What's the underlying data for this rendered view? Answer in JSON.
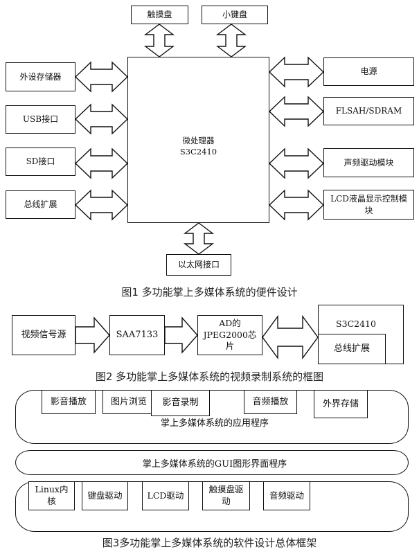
{
  "figure1": {
    "caption": "图1  多功能掌上多媒体系统的便件设计",
    "cpu": {
      "line1": "微处理器",
      "line2": "S3C2410"
    },
    "top": [
      "触摸盘",
      "小键盘"
    ],
    "left": [
      "外设存储器",
      "USB接口",
      "SD接口",
      "总线扩展"
    ],
    "right": [
      "电源",
      "FLSAH/SDRAM",
      "声频驱动模块",
      "LCD液晶显示控制模块"
    ],
    "bottom": "以太网接口"
  },
  "figure2": {
    "caption": "图2  多功能掌上多媒体系统的视频录制系统的框图",
    "blocks": [
      "视频信号源",
      "SAA7133",
      "AD的JPEG2000芯片"
    ],
    "cpu": {
      "title": "S3C2410",
      "inner": "总线扩展"
    }
  },
  "figure3": {
    "caption": "图3多功能掌上多媒体系统的软件设计总体框架",
    "app_layer": {
      "label": "掌上多媒体系统的应用程序",
      "items": [
        "影音播放",
        "图片浏览",
        "影音录制",
        "音频播放",
        "外界存储"
      ]
    },
    "gui_layer": {
      "label": "掌上多媒体系统的GUI图形界面程序"
    },
    "driver_layer": {
      "items": [
        "Linux内核",
        "键盘驱动",
        "LCD驱动",
        "触摸盘驱动",
        "音频驱动"
      ]
    }
  }
}
